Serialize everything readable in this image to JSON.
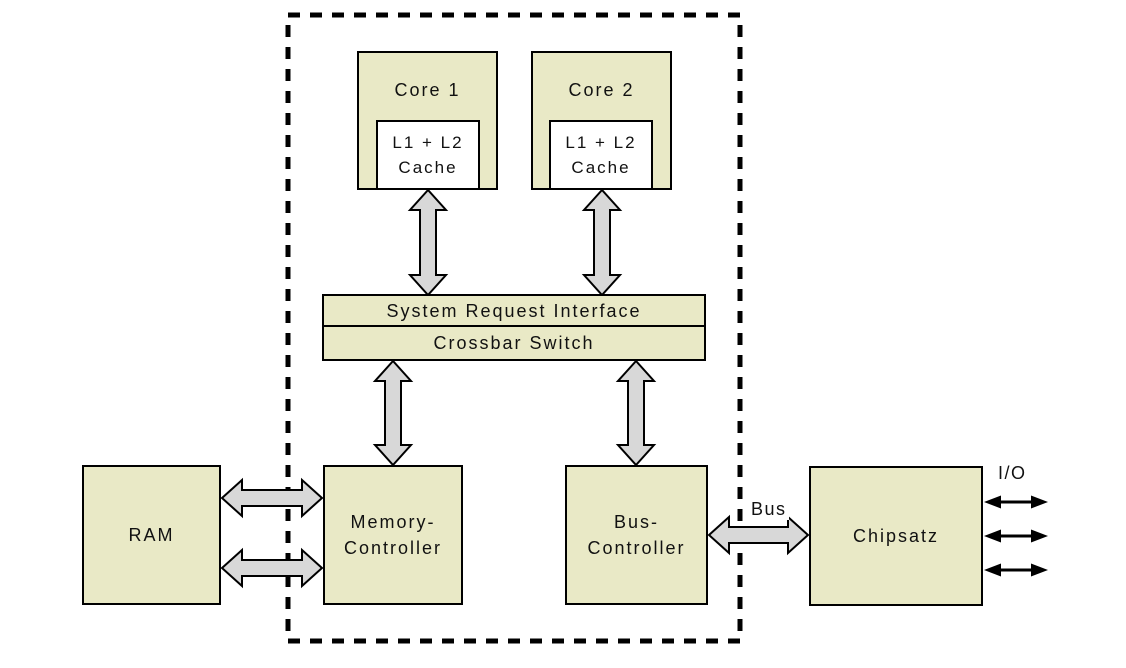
{
  "colors": {
    "module_fill": "#e9e9c6",
    "cache_fill": "#ffffff",
    "arrow_fill": "#d8d8d8",
    "outline": "#000000",
    "io_arrow": "#000000",
    "background": "#ffffff"
  },
  "cpu_package": {
    "core1": {
      "label": "Core 1",
      "cache": [
        "L1 + L2",
        "Cache"
      ]
    },
    "core2": {
      "label": "Core 2",
      "cache": [
        "L1 + L2",
        "Cache"
      ]
    },
    "system_request_interface": "System Request Interface",
    "crossbar_switch": "Crossbar Switch",
    "memory_controller": [
      "Memory-",
      "Controller"
    ],
    "bus_controller": [
      "Bus-",
      "Controller"
    ]
  },
  "external": {
    "ram": "RAM",
    "chipset": "Chipsatz"
  },
  "labels": {
    "bus": "Bus",
    "io": "I/O"
  }
}
